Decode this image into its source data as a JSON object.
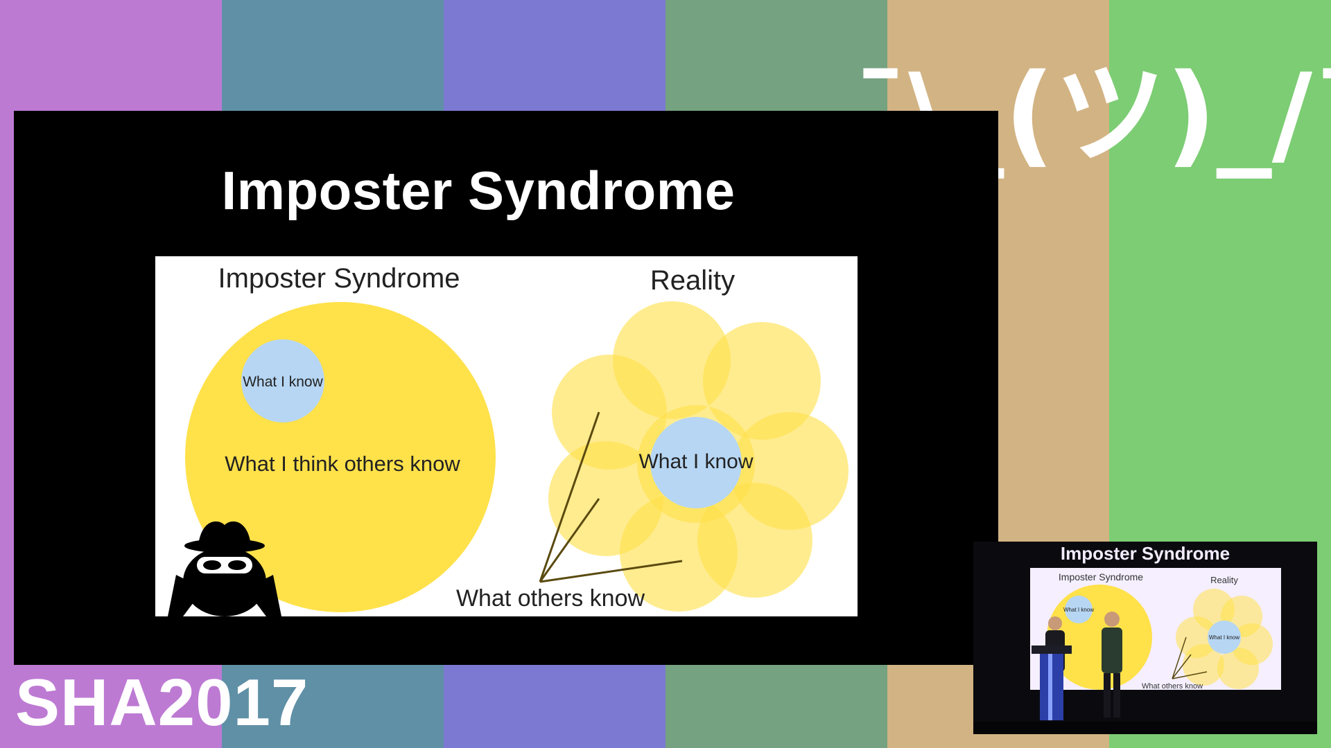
{
  "background": {
    "stripe_colors": [
      "#bd7ad3",
      "#5f90a6",
      "#7b79d2",
      "#75a280",
      "#d2b383",
      "#7ccd73"
    ]
  },
  "overlay": {
    "shrug_text": "¯\\_(ツ)_/¯",
    "event_name": "SHA2017"
  },
  "slide": {
    "title": "Imposter Syndrome",
    "image": {
      "left_panel": {
        "heading": "Imposter Syndrome",
        "inner_circle_label": "What I know",
        "outer_circle_label": "What I think others know",
        "icon": "spy-icon"
      },
      "right_panel": {
        "heading": "Reality",
        "center_label": "What I know",
        "outer_label": "What others know"
      },
      "colors": {
        "yellow": "#ffe14a",
        "blue": "#b6d6f3"
      }
    }
  },
  "camera_feed": {
    "screen_title": "Imposter Syndrome",
    "left_heading": "Imposter Syndrome",
    "right_heading": "Reality",
    "left_small_label": "What I know",
    "right_small_label": "What I know",
    "others_label": "What others know"
  }
}
